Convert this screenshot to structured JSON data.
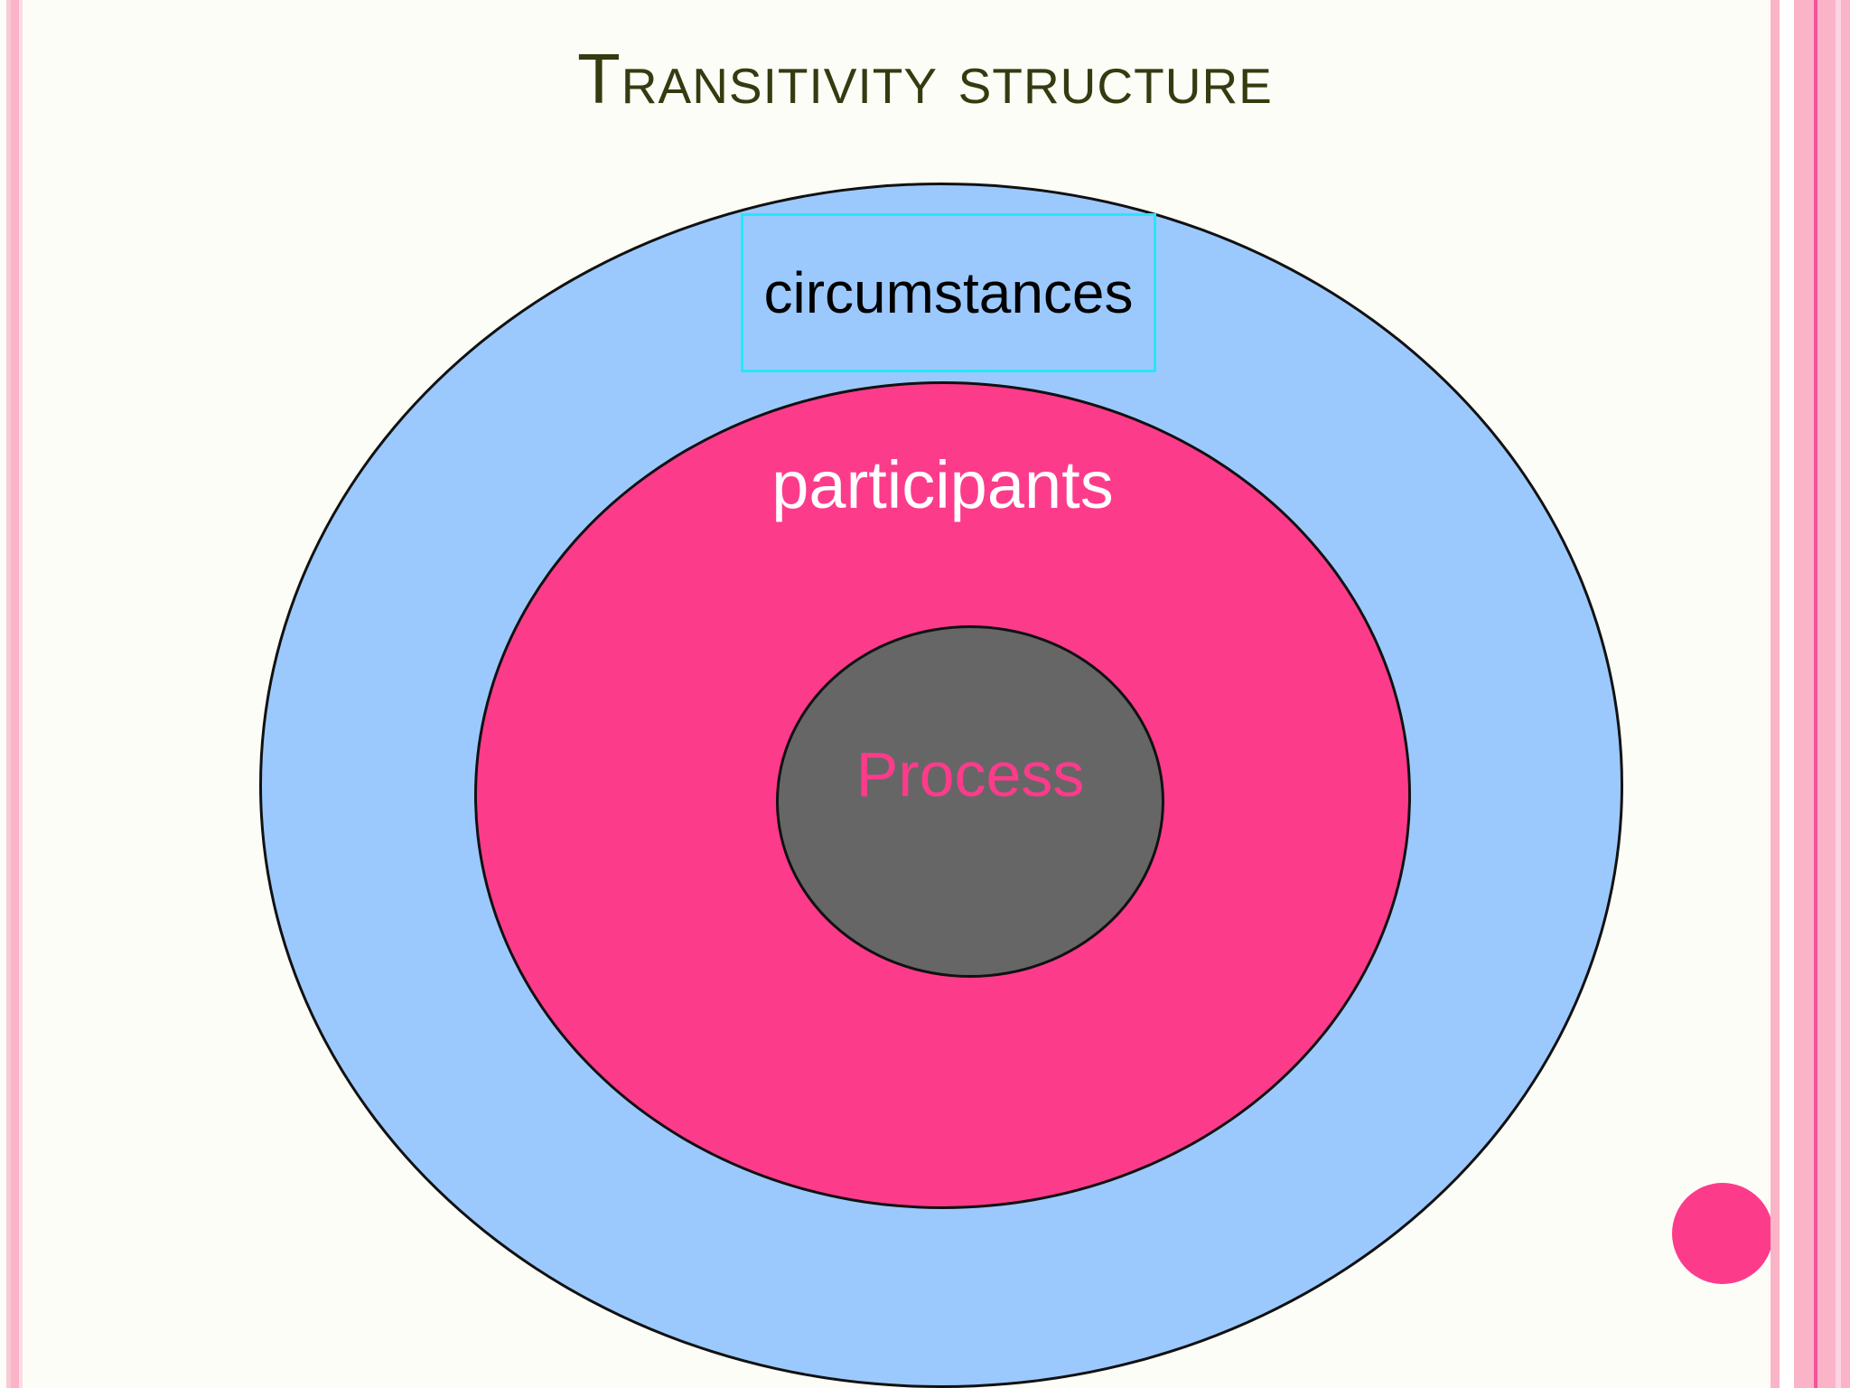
{
  "slide": {
    "title": "Transitivity structure",
    "background_color": "#fdfdf7"
  },
  "diagram": {
    "type": "nested-circles",
    "layers": [
      {
        "name": "circumstances",
        "label": "circumstances",
        "fill_color": "#9cc9fd",
        "border_color": "#111111",
        "text_color": "#000000",
        "level": 1,
        "selected": true,
        "selection_border_color": "#24e6fa"
      },
      {
        "name": "participants",
        "label": "participants",
        "fill_color": "#fd3b8b",
        "border_color": "#111111",
        "text_color": "#ffffff",
        "level": 2,
        "selected": false
      },
      {
        "name": "process",
        "label": "Process",
        "fill_color": "#666666",
        "border_color": "#111111",
        "text_color": "#fd3b8b",
        "level": 3,
        "selected": false
      }
    ]
  },
  "decoration": {
    "accent_dot_color": "#fd3b8b",
    "stripe_pink": "#fbb3c8",
    "stripe_pale_pink": "#fcd4e2",
    "stripe_deep_pink": "#f2569a",
    "title_color": "#333c10"
  }
}
